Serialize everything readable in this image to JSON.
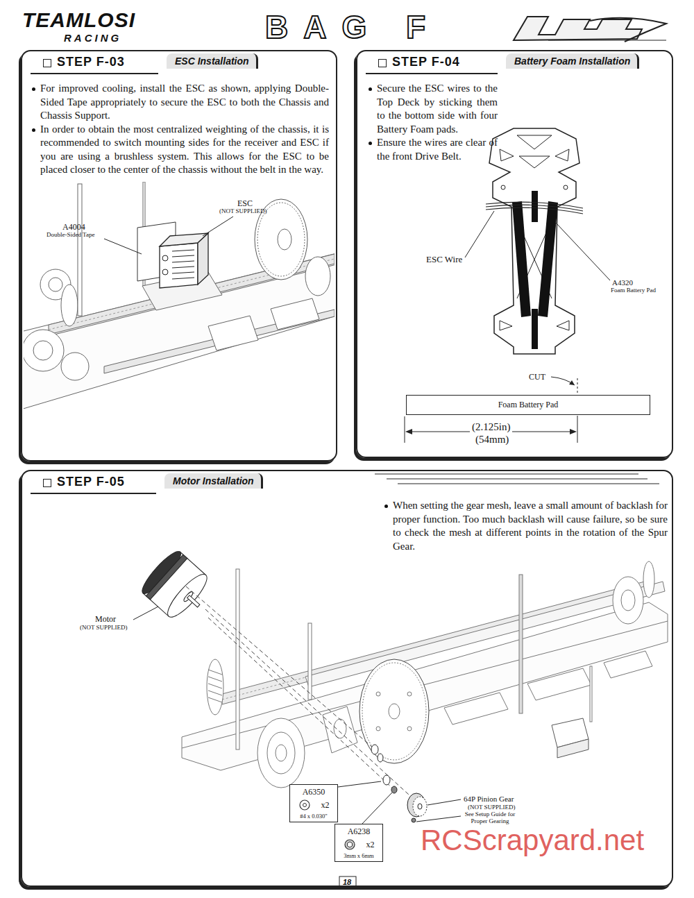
{
  "diagram": {
    "title": "BAG F",
    "nodes": [
      {
        "text": [
          "STEP F-03",
          "ESC Installation",
          "For improved cooling, install the ESC as shown, applying Double-Sided Tape appropriately to secure the ESC to both the Chassis and Chassis Support.",
          "In order to obtain the most centralized weighting of the chassis, it is recommended to switch mounting sides for the receiver and ESC if you are using a brushless system. This allows for the ESC to be placed closer to the center of the chassis without the belt in the way."
        ]
      },
      {
        "text": [
          "STEP F-04",
          "Battery Foam Installation",
          "Secure the ESC wires to the Top Deck by sticking them to the bottom side with four Battery Foam pads.",
          "Ensure the wires are clear of the front Drive Belt."
        ]
      },
      {
        "text": [
          "Foam Battery Pad"
        ],
        "in": 1
      },
      {
        "text": [
          "STEP F-05",
          "Motor Installation",
          "When setting the gear mesh, leave a small amount of backlash for proper function. Too much backlash will cause failure, so be sure to check the mesh at different points in the rotation of the Spur Gear."
        ]
      },
      {
        "text": [
          "A6350",
          "x2",
          "#4 x 0.030\""
        ],
        "in": 3
      },
      {
        "text": [
          "A6238",
          "x2",
          "3mm x 6mm"
        ],
        "in": 3
      }
    ],
    "labels": [
      "TEAMLOSI",
      "RACING",
      "ESC",
      "(NOT SUPPLIED)",
      "A4004",
      "Double-Sided Tape",
      "ESC Wire",
      "A4320",
      "Foam Battery Pad",
      "CUT",
      "(2.125in)",
      "(54mm)",
      "Motor",
      "(NOT SUPPLIED)",
      "64P Pinion Gear",
      "(NOT SUPPLIED)",
      "See Setup Guide for Proper Gearing",
      "18",
      "RCScrapyard.net"
    ]
  }
}
